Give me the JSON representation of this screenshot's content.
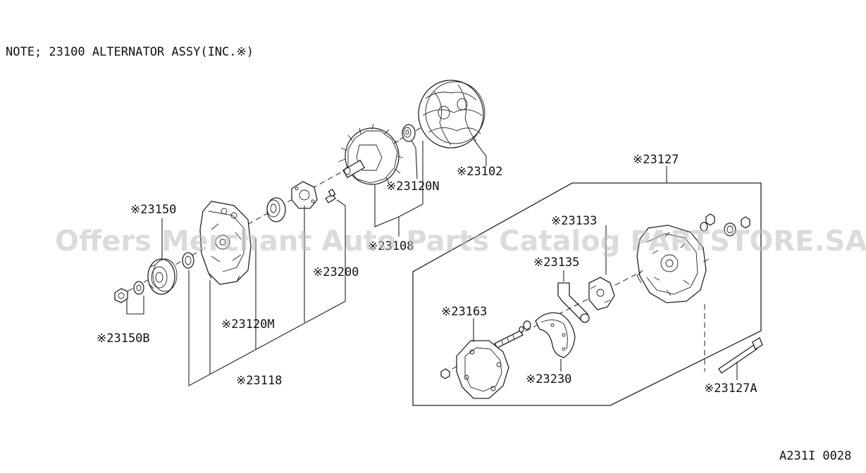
{
  "note": "NOTE; 23100 ALTERNATOR ASSY(INC.※)",
  "watermark": "Offers Merchant Auto Parts Catalog PARTSTORE.SA",
  "ref_code": "A231I 0028",
  "labels": {
    "p23150": "※23150",
    "p23150B": "※23150B",
    "p23120M": "※23120M",
    "p23118": "※23118",
    "p23200": "※23200",
    "p23108": "※23108",
    "p23120N": "※23120N",
    "p23102": "※23102",
    "p23127": "※23127",
    "p23133": "※23133",
    "p23135": "※23135",
    "p23163": "※23163",
    "p23230": "※23230",
    "p23127A": "※23127A"
  }
}
